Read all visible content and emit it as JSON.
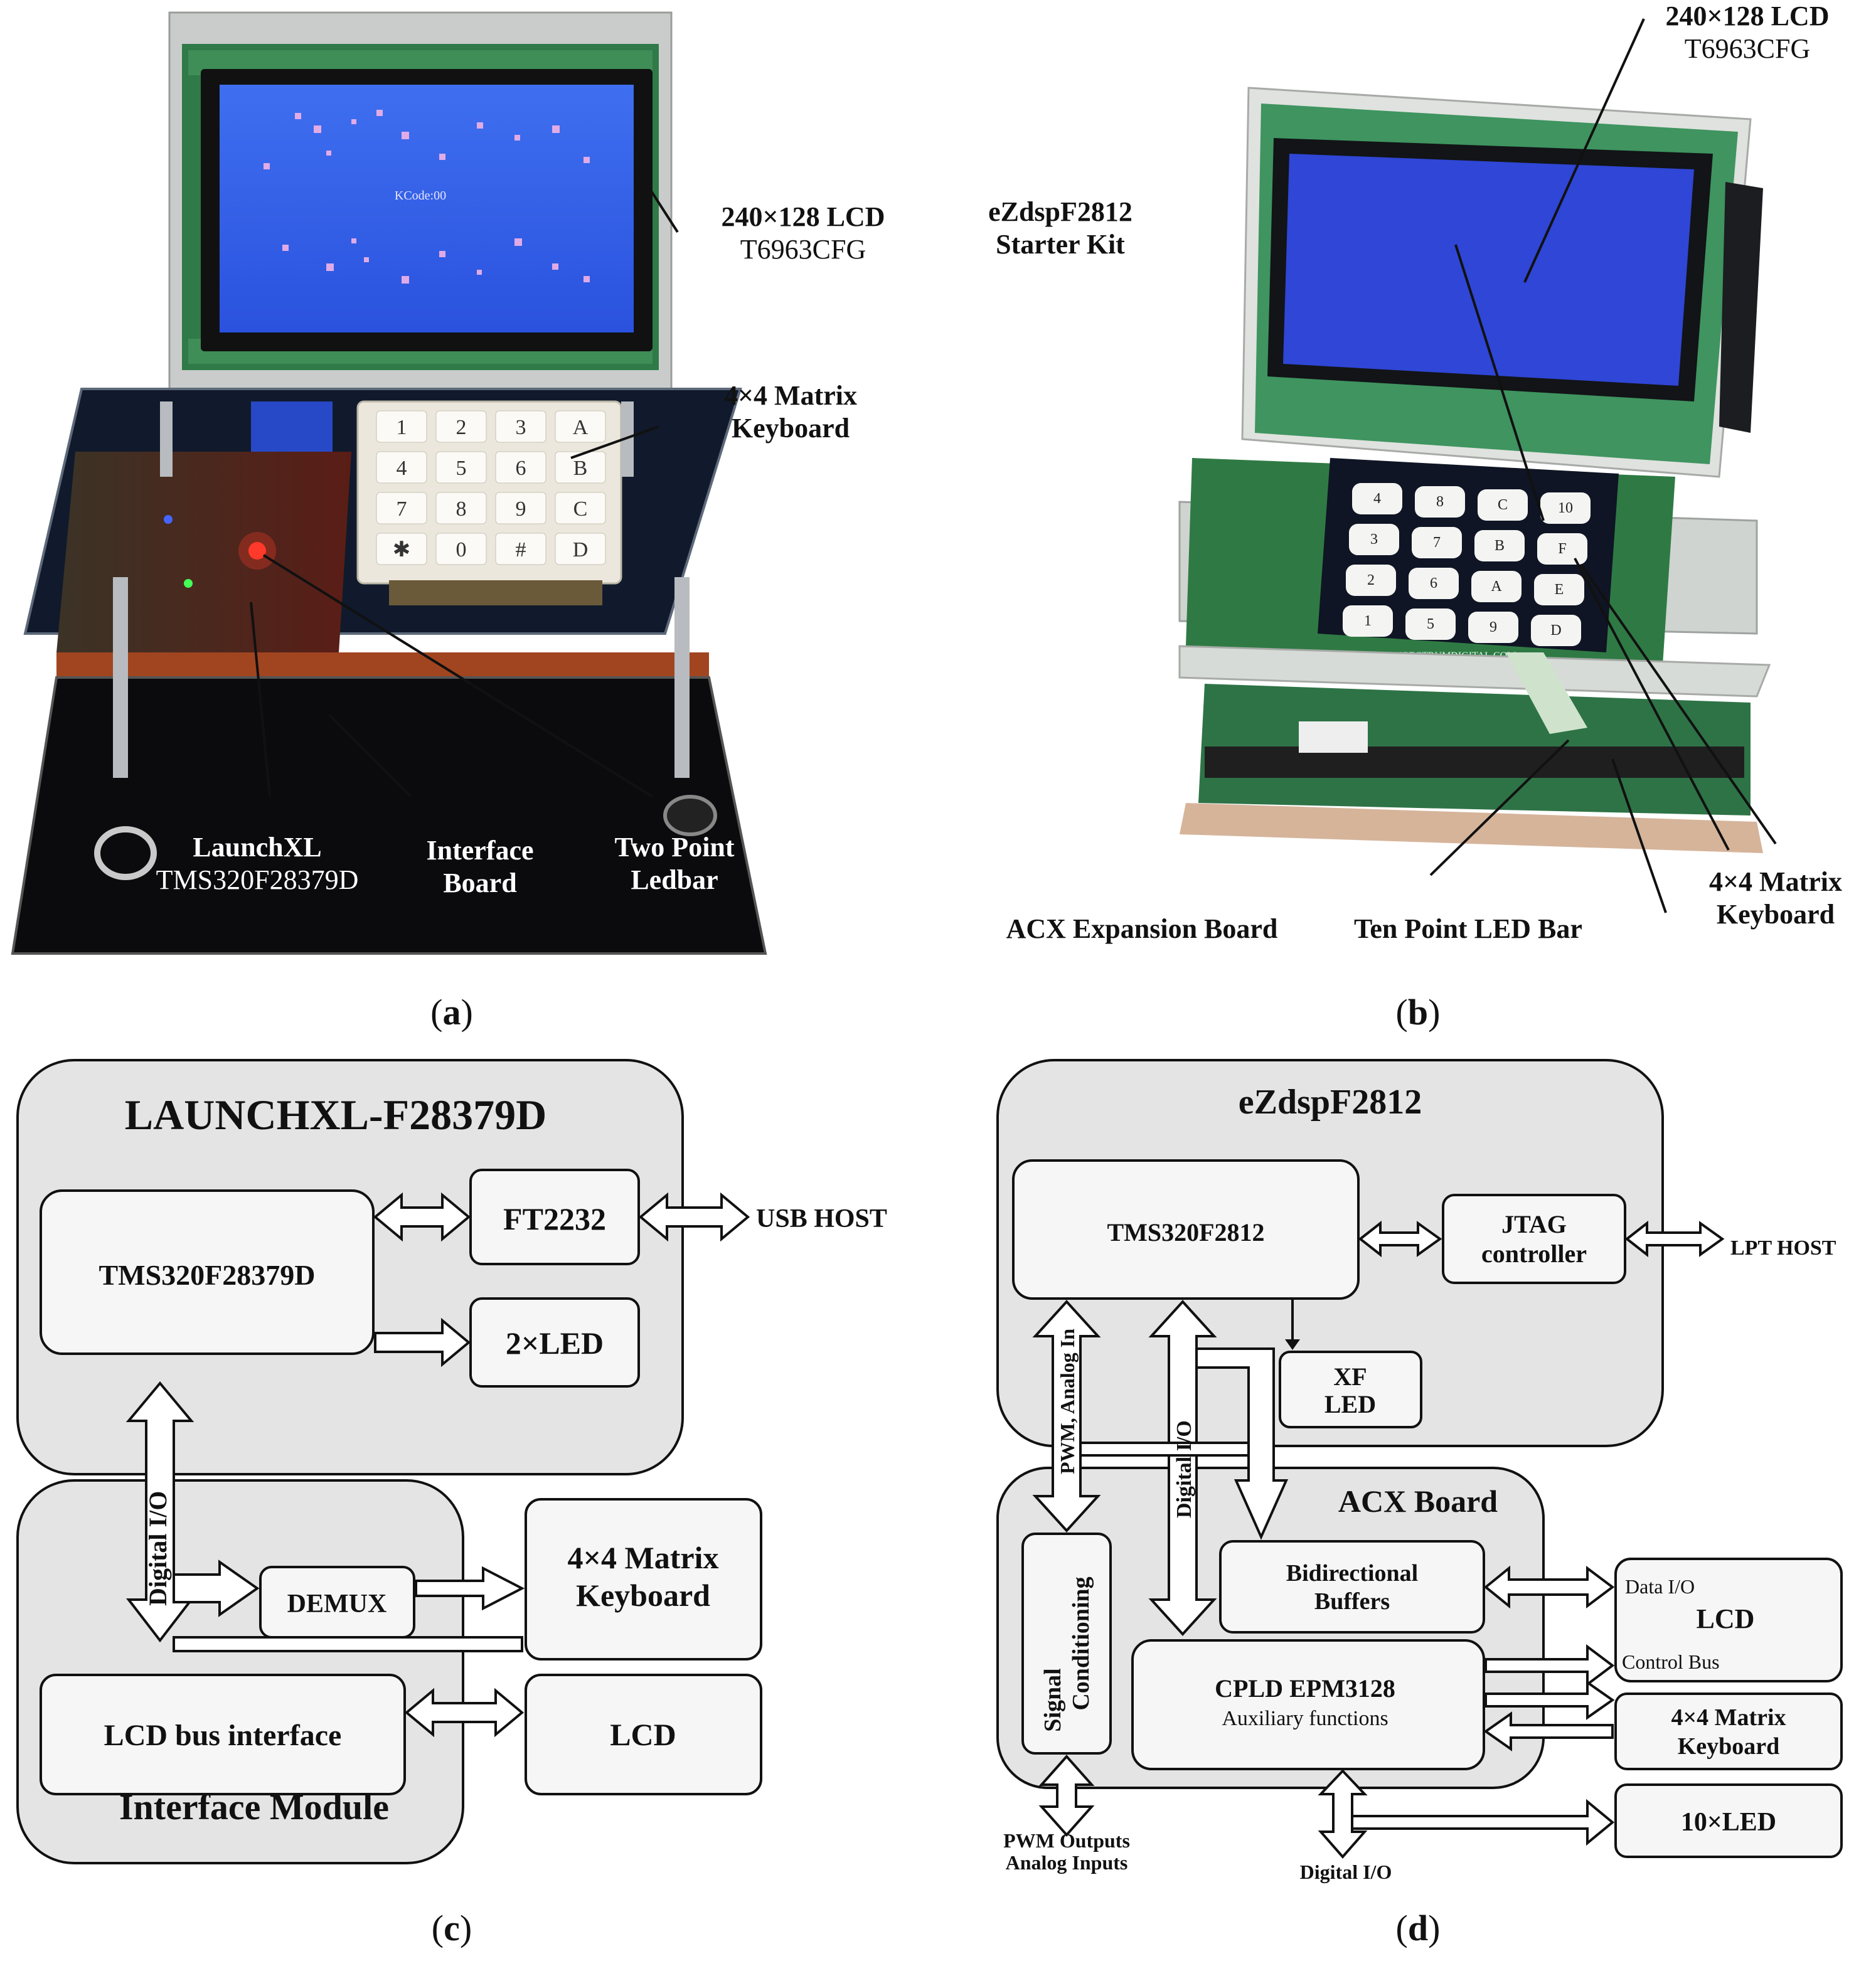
{
  "panel_a": {
    "caption_letter": "a",
    "lcd_line1": "240×128 LCD",
    "lcd_line2": "T6963CFG",
    "screen_text": "KCode:00",
    "keypad_line1": "4×4 Matrix",
    "keypad_line2": "Keyboard",
    "keys": [
      "1",
      "2",
      "3",
      "A",
      "4",
      "5",
      "6",
      "B",
      "7",
      "8",
      "9",
      "C",
      "✱",
      "0",
      "#",
      "D"
    ],
    "launch_line1": "LaunchXL",
    "launch_line2": "TMS320F28379D",
    "iface_line1": "Interface",
    "iface_line2": "Board",
    "ledbar_line1": "Two Point",
    "ledbar_line2": "Ledbar"
  },
  "panel_b": {
    "caption_letter": "b",
    "lcd_line1": "240×128 LCD",
    "lcd_line2": "T6963CFG",
    "kit_line1": "eZdspF2812",
    "kit_line2": "Starter Kit",
    "keys": [
      "4",
      "8",
      "C",
      "10",
      "3",
      "7",
      "B",
      "F",
      "2",
      "6",
      "A",
      "E",
      "1",
      "5",
      "9",
      "D"
    ],
    "keypad_line1": "4×4 Matrix",
    "keypad_line2": "Keyboard",
    "acx_label": "ACX Expansion Board",
    "ledbar_label": "Ten Point LED Bar",
    "board_silk": "WWW.SPECTRUMDIGITAL.COM"
  },
  "panel_c": {
    "caption_letter": "c",
    "outer_title": "LAUNCHXL-F28379D",
    "cpu": "TMS320F28379D",
    "ft": "FT2232",
    "usb": "USB HOST",
    "led": "2×LED",
    "digital_io": "Digital I/O",
    "demux": "DEMUX",
    "kbd_line1": "4×4 Matrix",
    "kbd_line2": "Keyboard",
    "lcd_bus": "LCD bus interface",
    "lcd": "LCD",
    "module_title": "Interface Module"
  },
  "panel_d": {
    "caption_letter": "d",
    "outer_title": "eZdspF2812",
    "cpu": "TMS320F2812",
    "jtag_line1": "JTAG",
    "jtag_line2": "controller",
    "lpt": "LPT HOST",
    "xf_line1": "XF",
    "xf_line2": "LED",
    "pwm_label": "PWM, Analog In",
    "digital_io_vertical": "Digital I/O",
    "acx_title": "ACX Board",
    "signal_line1": "Signal",
    "signal_line2": "Conditioning",
    "bidir_line1": "Bidirectional",
    "bidir_line2": "Buffers",
    "cpld_line1": "CPLD  EPM3128",
    "cpld_line2": "Auxiliary functions",
    "lcd_data": "Data I/O",
    "lcd_title": "LCD",
    "lcd_ctrl": "Control Bus",
    "kbd_line1": "4×4 Matrix",
    "kbd_line2": "Keyboard",
    "led10": "10×LED",
    "pwm_out_line1": "PWM Outputs",
    "pwm_out_line2": "Analog Inputs",
    "digital_io_bottom": "Digital I/O"
  }
}
